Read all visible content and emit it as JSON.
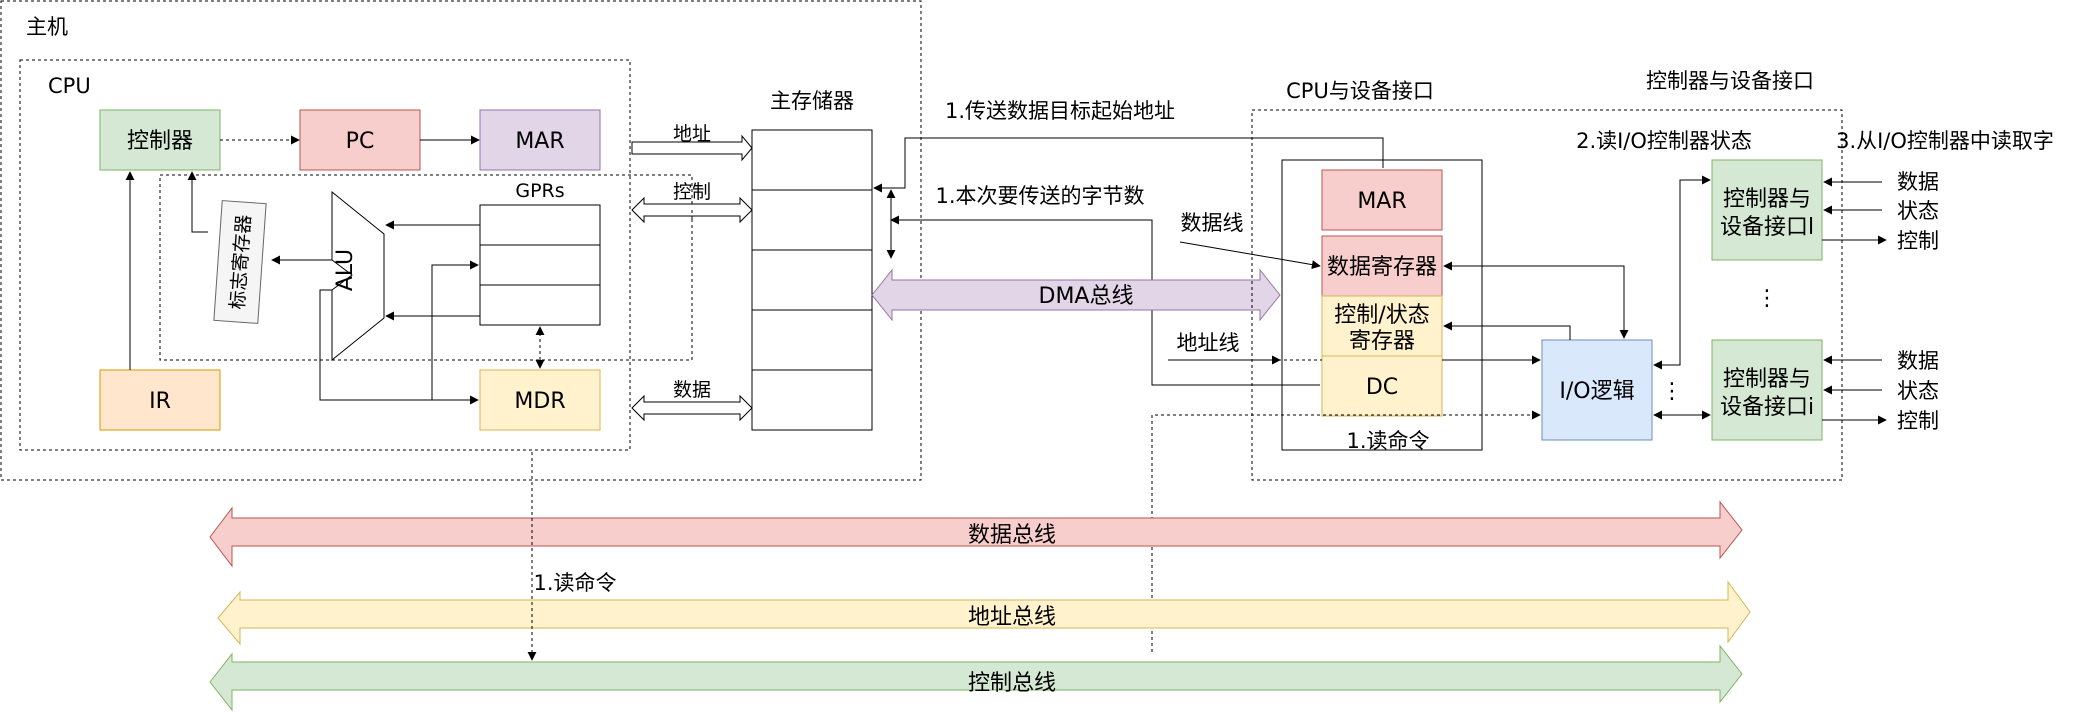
{
  "host": {
    "label": "主机"
  },
  "cpu": {
    "label": "CPU",
    "controller": "控制器",
    "pc": "PC",
    "mar": "MAR",
    "gprs": "GPRs",
    "alu": "ALU",
    "flag_reg": "标志寄存器",
    "ir": "IR",
    "mdr": "MDR"
  },
  "memory": {
    "label": "主存储器",
    "address": "地址",
    "control": "控制",
    "data": "数据"
  },
  "dma": {
    "bus": "DMA总线",
    "step_start_addr": "1.传送数据目标起始地址",
    "step_byte_count": "1.本次要传送的字节数",
    "data_line": "数据线",
    "addr_line": "地址线",
    "read_cmd": "1.读命令"
  },
  "cpu_device_interface": {
    "label": "CPU与设备接口",
    "mar": "MAR",
    "data_reg": "数据寄存器",
    "ctrl_status_reg_l1": "控制/状态",
    "ctrl_status_reg_l2": "寄存器",
    "dc": "DC",
    "io_logic": "I/O逻辑",
    "dots": "⋮"
  },
  "controller_device_interface": {
    "label": "控制器与设备接口",
    "step_read_status": "2.读I/O控制器状态",
    "step_read_word": "3.从I/O控制器中读取字",
    "box1_l1": "控制器与",
    "box1_l2": "设备接口l",
    "box2_l1": "控制器与",
    "box2_l2": "设备接口i",
    "data": "数据",
    "status": "状态",
    "control": "控制",
    "dots": "⋮"
  },
  "system_bus": {
    "data_bus": "数据总线",
    "address_bus": "地址总线",
    "control_bus": "控制总线",
    "read_cmd": "1.读命令"
  },
  "colors": {
    "green": "#d5e8d4",
    "green_stroke": "#82b366",
    "red": "#f8cecc",
    "red_stroke": "#b85450",
    "purple": "#e1d5e7",
    "purple_stroke": "#9673a6",
    "yellow": "#fff2cc",
    "yellow_stroke": "#d6b656",
    "orange": "#ffe6cc",
    "orange_stroke": "#d79b00",
    "blue": "#dae8fc",
    "blue_stroke": "#6c8ebf",
    "gray": "#f5f5f5",
    "gray_stroke": "#666666"
  }
}
